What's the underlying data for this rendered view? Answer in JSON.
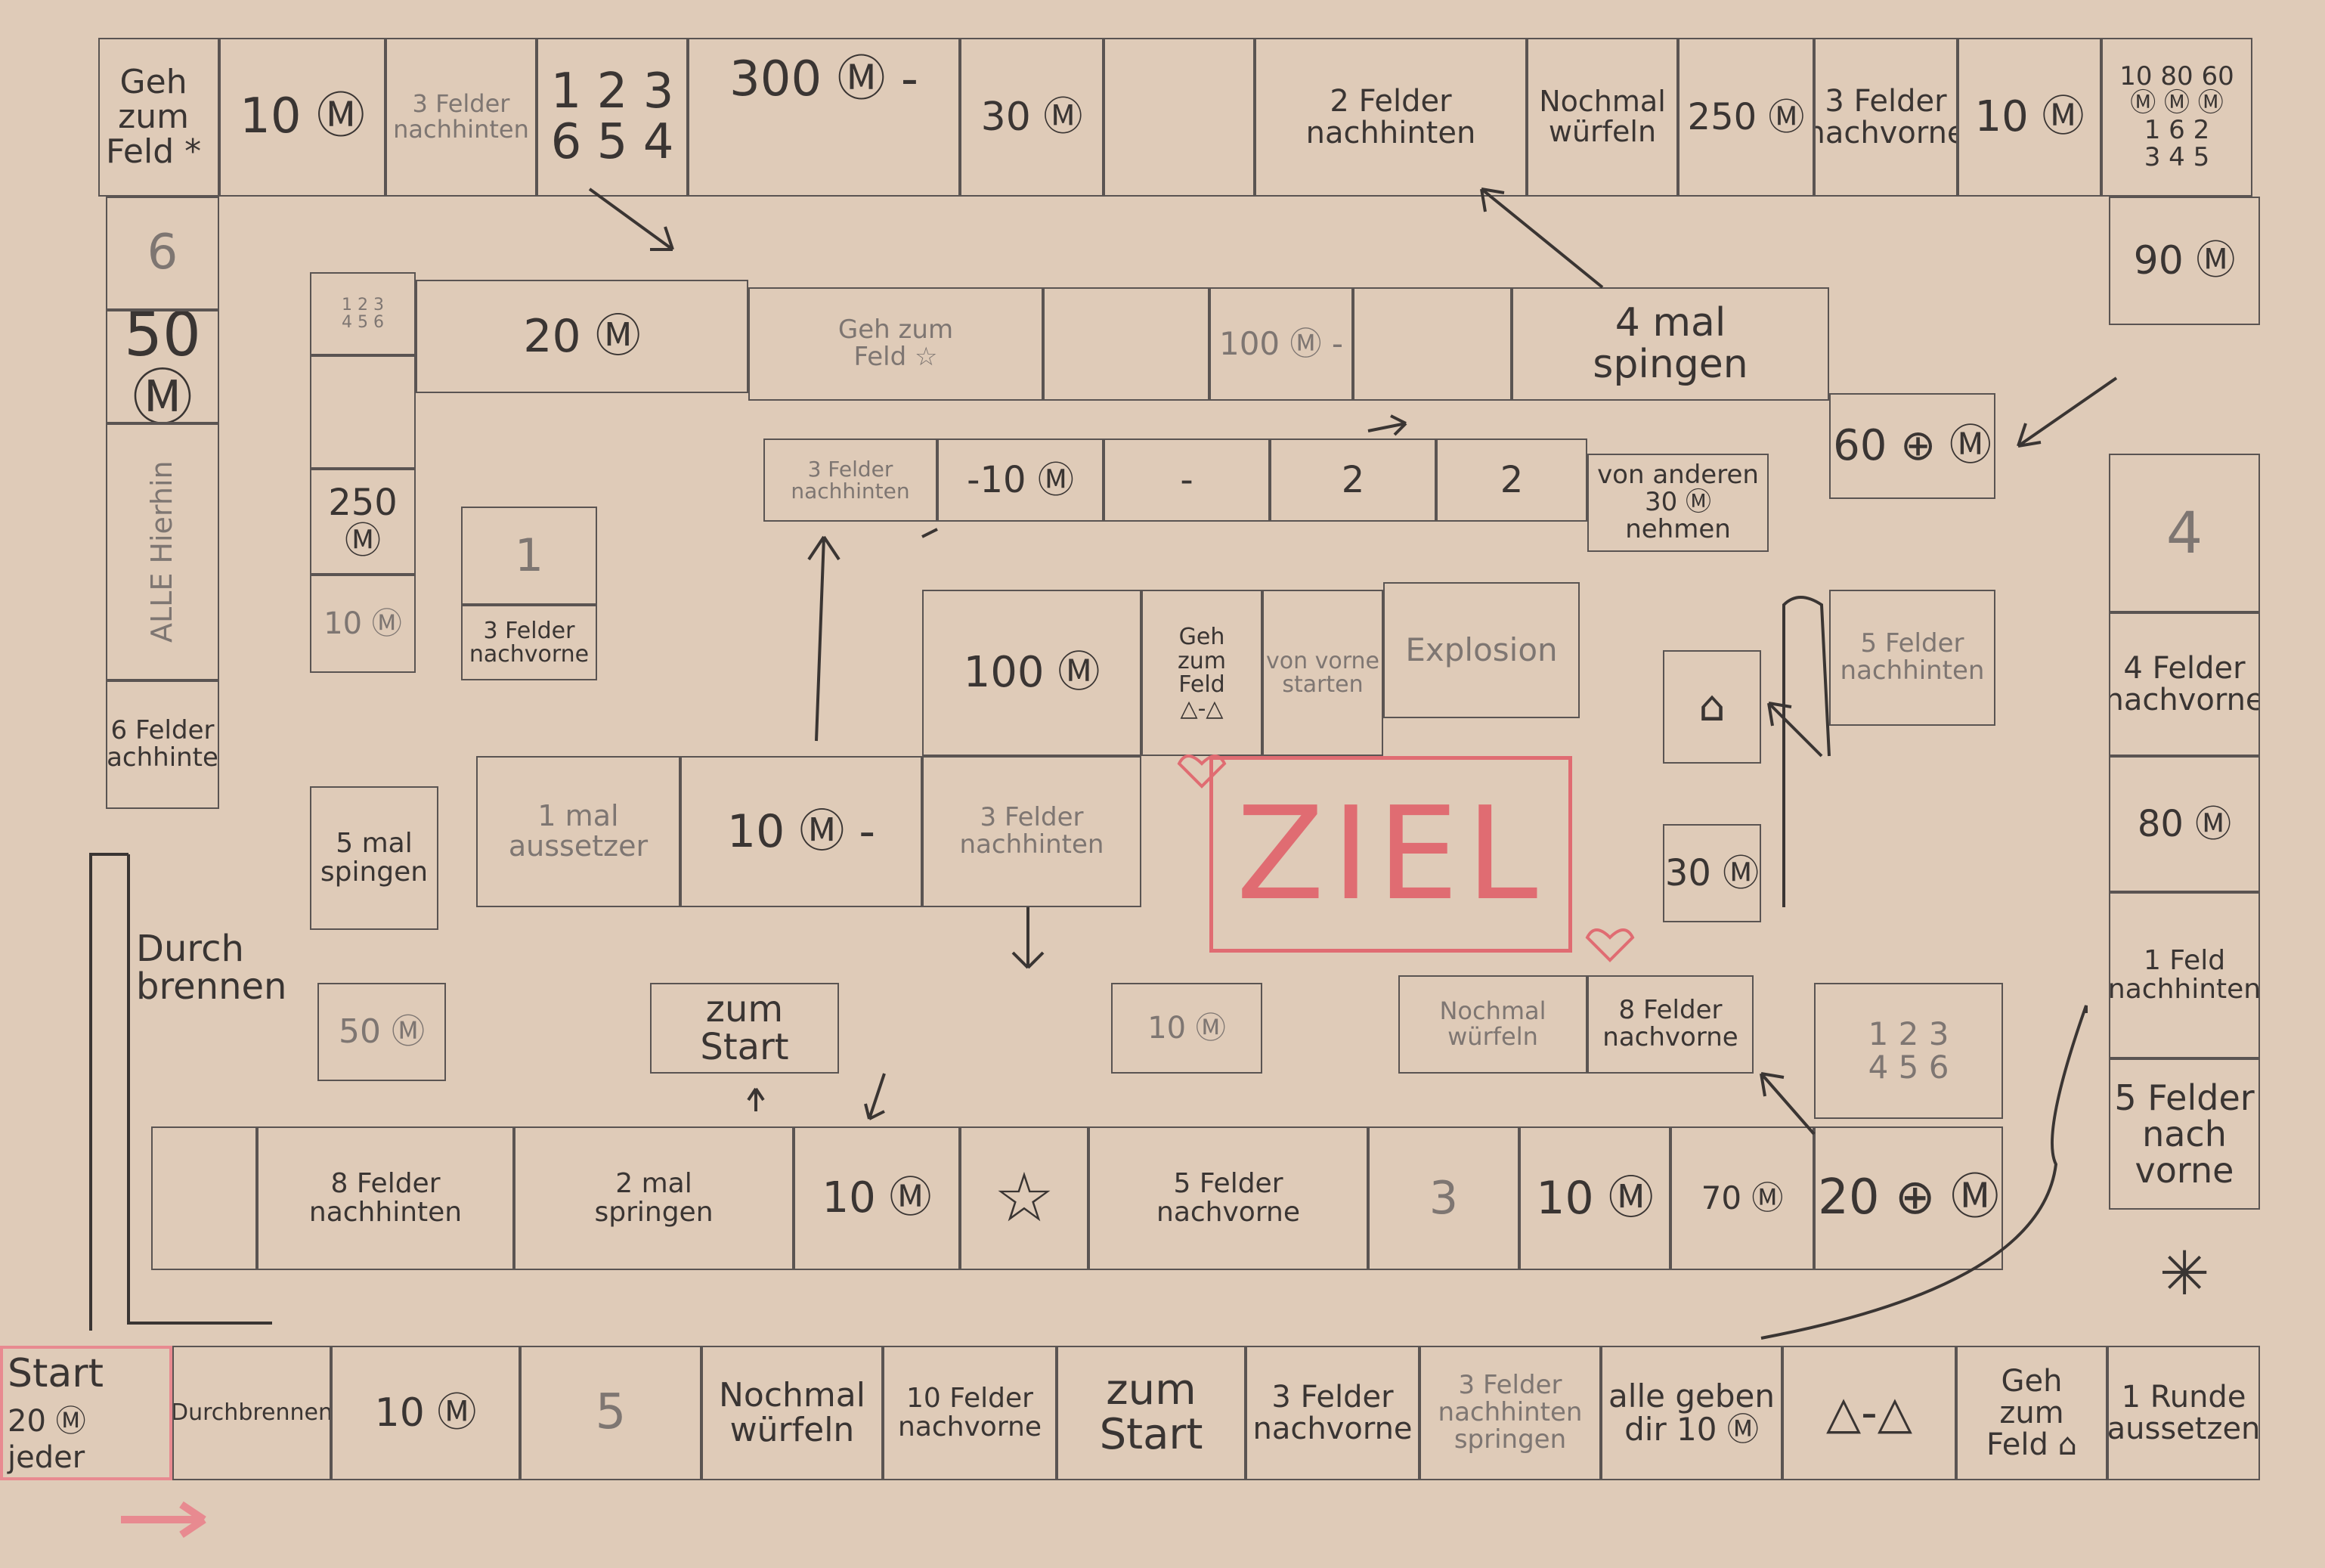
{
  "colors": {
    "paper": "#dfcbb8",
    "pencil": "#3a3533",
    "ziel": "#e06c72",
    "start": "#e88a90"
  },
  "top_row": [
    "Geh\nzum\nFeld *",
    "10 Ⓜ",
    "3 Felder\nnachhinten",
    "1 2 3\n6 5 4",
    "300 Ⓜ -",
    "",
    "30 Ⓜ",
    "",
    "2 Felder\nnachhinten",
    "",
    "Nochmal\nwürfeln",
    "250 Ⓜ",
    "3 Felder\nnachvorne",
    "10 Ⓜ",
    "10 80 60\nⓂ Ⓜ Ⓜ\n1 6 2\n3 4 5"
  ],
  "left_column": [
    "6",
    "50 Ⓜ",
    "ALLE Hierhin",
    "6 Felder\nnachhinten"
  ],
  "right_column": [
    "90 Ⓜ",
    "60 ⊕ Ⓜ",
    "4",
    "4 Felder\nnachvorne",
    "80 Ⓜ",
    "1 Feld\nnachhinten",
    "5 Felder\nnach\nvorne",
    "✳"
  ],
  "bottom_row": [
    "Durchbrennen",
    "10 Ⓜ",
    "5",
    "Nochmal\nwürfeln",
    "10 Felder\nnachvorne",
    "zum\nStart",
    "3 Felder\nnachvorne",
    "3 Felder\nnachhinten\nspringen",
    "alle geben\ndir 10 Ⓜ",
    "△-△",
    "Geh\nzum\nFeld ⌂",
    "1 Runde\naussetzen"
  ],
  "start": {
    "line1": "Start",
    "line2": "20 Ⓜ jeder"
  },
  "second_ring_bottom": [
    "8 Felder\nnachhinten",
    "2 mal\nspringen",
    "10 Ⓜ",
    "☆",
    "5 Felder\nnachvorne",
    "3",
    "10 Ⓜ",
    "70 Ⓜ",
    "20 ⊕ Ⓜ"
  ],
  "second_ring_top": [
    "1 2 3\n4 5 6",
    "20 Ⓜ",
    "Geh zum\nFeld ☆",
    "",
    "100 Ⓜ -",
    "",
    "4 mal\nspingen"
  ],
  "second_ring_left": [
    "250 Ⓜ",
    "10 Ⓜ",
    "5 mal\nspingen",
    "50 Ⓜ"
  ],
  "second_ring_right": [
    "5 Felder\nnachhinten",
    "1 2 3\n4 5 6"
  ],
  "burn": "Durch\nbrennen",
  "third_ring_top": [
    "3 Felder\nnachhinten",
    "-10 Ⓜ",
    "-",
    "2",
    "von anderen\n30 Ⓜ nehmen"
  ],
  "third_ring_left": [
    "1",
    "3 Felder\nnachvorne"
  ],
  "third_ring_bottom": [
    "zum\nStart",
    "10 Ⓜ",
    "Nochmal\nwürfeln",
    "8 Felder\nnachvorne"
  ],
  "third_ring_right": [
    "⌂",
    "30 Ⓜ"
  ],
  "center": [
    "100 Ⓜ",
    "Geh\nzum\nFeld\n△-△",
    "von vorne\nstarten",
    "Explosion",
    "1 mal\naussetzer",
    "10 Ⓜ -",
    "3 Felder\nnachhinten"
  ],
  "ziel": "ZIEL"
}
